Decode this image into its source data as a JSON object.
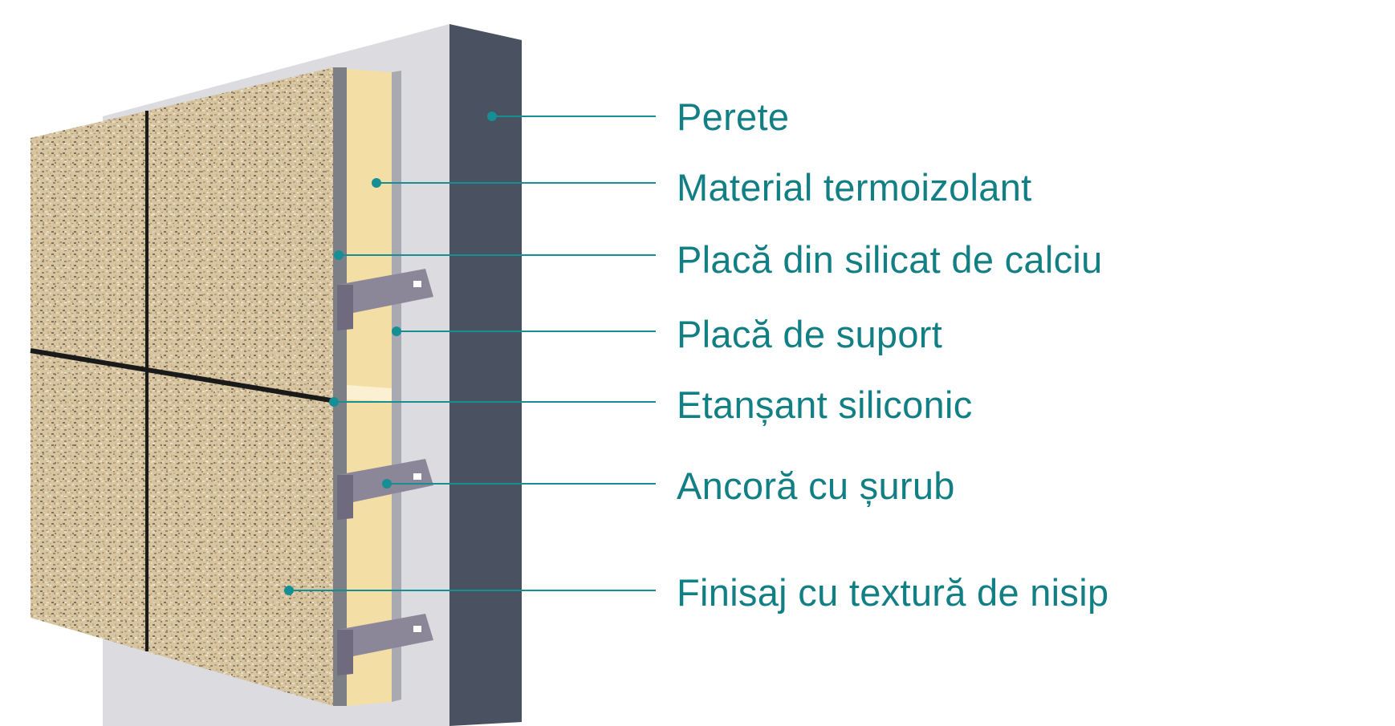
{
  "theme": {
    "accent": "#168f94",
    "text": "#127f85",
    "wall": "#4a5160",
    "insulation": "#f3dfa5",
    "silicate_board": "#7d7f86",
    "bracket": "#8b8799",
    "stone": "#d8c3a0",
    "joint": "#1a1a1a"
  },
  "diagram": {
    "callouts": [
      {
        "id": "wall",
        "label": "Perete"
      },
      {
        "id": "insulation",
        "label": "Material termoizolant"
      },
      {
        "id": "silicate-board",
        "label": "Placă din silicat de calciu"
      },
      {
        "id": "support-board",
        "label": "Placă de suport"
      },
      {
        "id": "silicone-sealant",
        "label": "Etanșant siliconic"
      },
      {
        "id": "screw-anchor",
        "label": "Ancoră cu șurub"
      },
      {
        "id": "sand-texture-finish",
        "label": "Finisaj cu textură de nisip"
      }
    ]
  }
}
